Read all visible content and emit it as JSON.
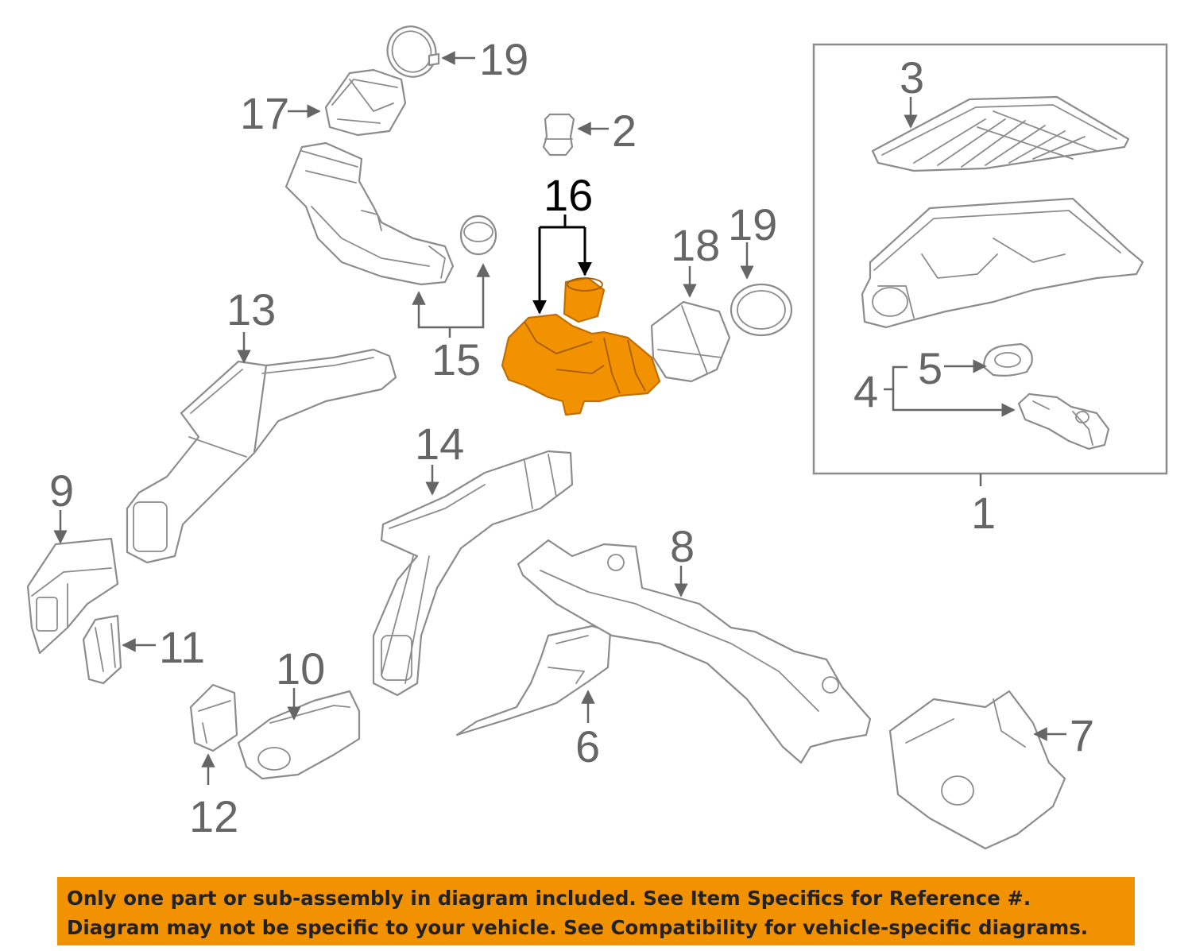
{
  "callouts": {
    "c1": "1",
    "c2": "2",
    "c3": "3",
    "c4": "4",
    "c5": "5",
    "c6": "6",
    "c7": "7",
    "c8": "8",
    "c9": "9",
    "c10": "10",
    "c11": "11",
    "c12": "12",
    "c13": "13",
    "c14": "14",
    "c15": "15",
    "c16": "16",
    "c17": "17",
    "c18": "18",
    "c19a": "19",
    "c19b": "19"
  },
  "highlighted_part": "16",
  "notice": {
    "line1": "Only one part or sub-assembly in diagram included. See Item Specifics for Reference #.",
    "line2": "Diagram may not be specific to your vehicle. See Compatibility for vehicle-specific diagrams."
  },
  "colors": {
    "highlight": "#f39200",
    "banner": "#f39200",
    "line_art": "#8c8c8c"
  }
}
